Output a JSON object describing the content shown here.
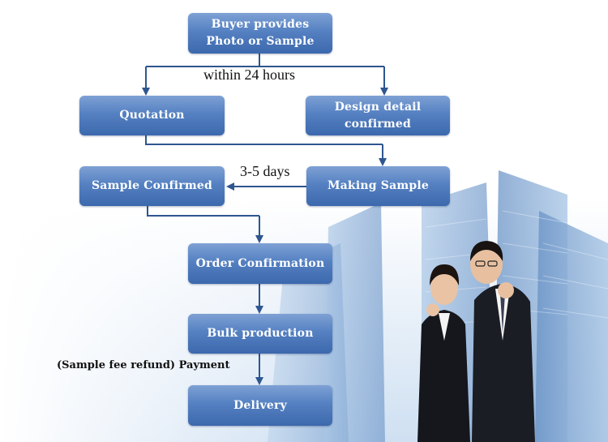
{
  "nodes": {
    "buyer": "Buyer provides\nPhoto or Sample",
    "quotation": "Quotation",
    "design": "Design detail\nconfirmed",
    "sample_confirmed": "Sample Confirmed",
    "making_sample": "Making Sample",
    "order_confirmation": "Order Confirmation",
    "bulk_production": "Bulk production",
    "delivery": "Delivery"
  },
  "edge_labels": {
    "within_24h": "within 24 hours",
    "days": "3-5 days",
    "payment": "(Sample fee refund) Payment"
  },
  "colors": {
    "box_top": "#7ea1d4",
    "box_bottom": "#3c68ad",
    "arrow": "#2e5690"
  }
}
